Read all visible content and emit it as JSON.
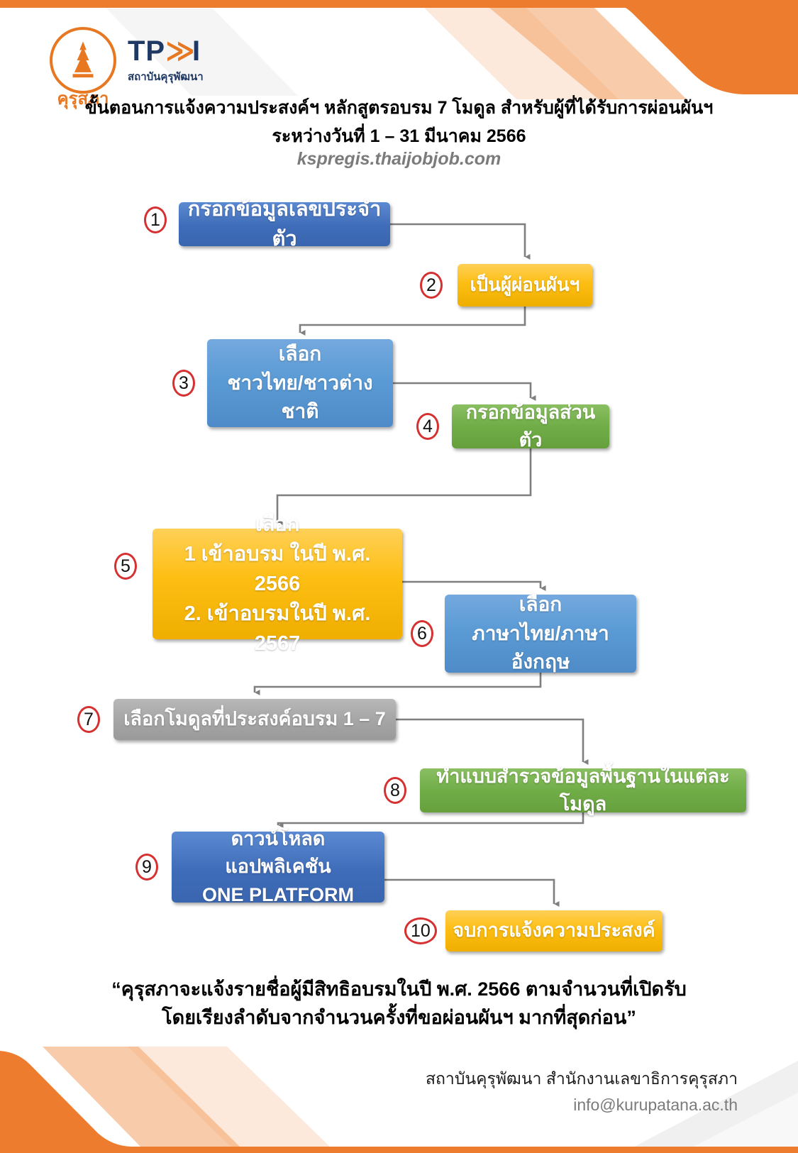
{
  "header": {
    "logo_ksp": {
      "label": "คุรุสภา"
    },
    "logo_tpdi": {
      "word_left": "TP",
      "chevron": "≫",
      "word_right": "I",
      "subtitle": "สถาบันคุรุพัฒนา"
    },
    "title_line1": "ขั้นตอนการแจ้งความประสงค์ฯ หลักสูตรอบรม 7 โมดูล สำหรับผู้ที่ได้รับการผ่อนผันฯ",
    "title_line2": "ระหว่างวันที่ 1 – 31 มีนาคม 2566",
    "registration_url": "kspregis.thaijobjob.com"
  },
  "flow": {
    "steps": [
      {
        "num": "1",
        "color": "blue-dark",
        "lines": [
          "กรอกข้อมูลเลขประจำตัว"
        ]
      },
      {
        "num": "2",
        "color": "yellow",
        "lines": [
          "เป็นผู้ผ่อนผันฯ"
        ]
      },
      {
        "num": "3",
        "color": "blue",
        "lines": [
          "เลือก",
          "ชาวไทย/ชาวต่างชาติ"
        ]
      },
      {
        "num": "4",
        "color": "green",
        "lines": [
          "กรอกข้อมูลส่วนตัว"
        ]
      },
      {
        "num": "5",
        "color": "yellow",
        "lines": [
          "เลือก",
          "1 เข้าอบรม ในปี พ.ศ. 2566",
          "2. เข้าอบรมในปี พ.ศ. 2567"
        ]
      },
      {
        "num": "6",
        "color": "blue",
        "lines": [
          "เลือก",
          "ภาษาไทย/ภาษาอังกฤษ"
        ]
      },
      {
        "num": "7",
        "color": "gray",
        "lines": [
          "เลือกโมดูลที่ประสงค์อบรม 1 – 7"
        ]
      },
      {
        "num": "8",
        "color": "green",
        "lines": [
          "ทำแบบสำรวจข้อมูลพื้นฐานในแต่ละโมดูล"
        ]
      },
      {
        "num": "9",
        "color": "blue-dark",
        "lines": [
          "ดาวน์โหลดแอปพลิเคชัน",
          "ONE PLATFORM"
        ]
      },
      {
        "num": "10",
        "color": "yellow",
        "lines": [
          "จบการแจ้งความประสงค์"
        ]
      }
    ]
  },
  "footer": {
    "quote_line1": "“คุรุสภาจะแจ้งรายชื่อผู้มีสิทธิอบรมในปี พ.ศ. 2566 ตามจำนวนที่เปิดรับ",
    "quote_line2": "โดยเรียงลำดับจากจำนวนครั้งที่ขอผ่อนผันฯ มากที่สุดก่อน”",
    "org_line": "สถาบันคุรุพัฒนา สำนักงานเลขาธิการคุรุสภา",
    "email": "info@kurupatana.ac.th"
  },
  "colors": {
    "accent_orange": "#EE7C2E",
    "navy": "#1F3864",
    "badge_red": "#D63030",
    "box_blue_dark": "#4472C4",
    "box_blue": "#5B9BD5",
    "box_yellow": "#FFC000",
    "box_green": "#70AD47",
    "box_gray": "#A6A6A6",
    "connector_gray": "#7F7F7F"
  }
}
